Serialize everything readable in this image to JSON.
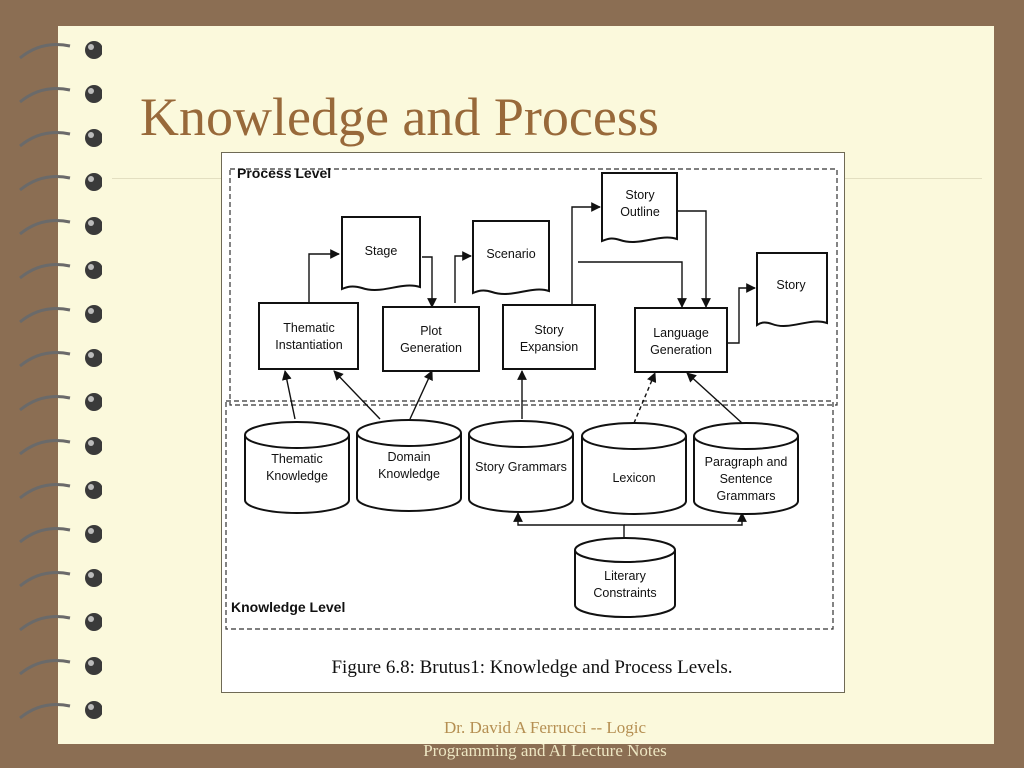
{
  "slide": {
    "title": "Knowledge and Process",
    "footer_line1": "Dr. David A Ferrucci   -- Logic",
    "footer_line2": "Programming and AI Lecture Notes"
  },
  "diagram": {
    "process_level_label": "Process Level",
    "knowledge_level_label": "Knowledge Level",
    "caption": "Figure 6.8: Brutus1: Knowledge and Process Levels.",
    "processes": {
      "thematic_instantiation": [
        "Thematic",
        "Instantiation"
      ],
      "plot_generation": [
        "Plot",
        "Generation"
      ],
      "story_expansion": [
        "Story",
        "Expansion"
      ],
      "language_generation": [
        "Language",
        "Generation"
      ]
    },
    "documents": {
      "stage": [
        "Stage"
      ],
      "scenario": [
        "Scenario"
      ],
      "story_outline": [
        "Story",
        "Outline"
      ],
      "story": [
        "Story"
      ]
    },
    "knowledge_stores": {
      "thematic_knowledge": [
        "Thematic",
        "Knowledge"
      ],
      "domain_knowledge": [
        "Domain",
        "Knowledge"
      ],
      "story_grammars": [
        "Story Grammars"
      ],
      "lexicon": [
        "Lexicon"
      ],
      "paragraph_sentence_grammars": [
        "Paragraph and",
        "Sentence",
        "Grammars"
      ],
      "literary_constraints": [
        "Literary",
        "Constraints"
      ]
    }
  }
}
